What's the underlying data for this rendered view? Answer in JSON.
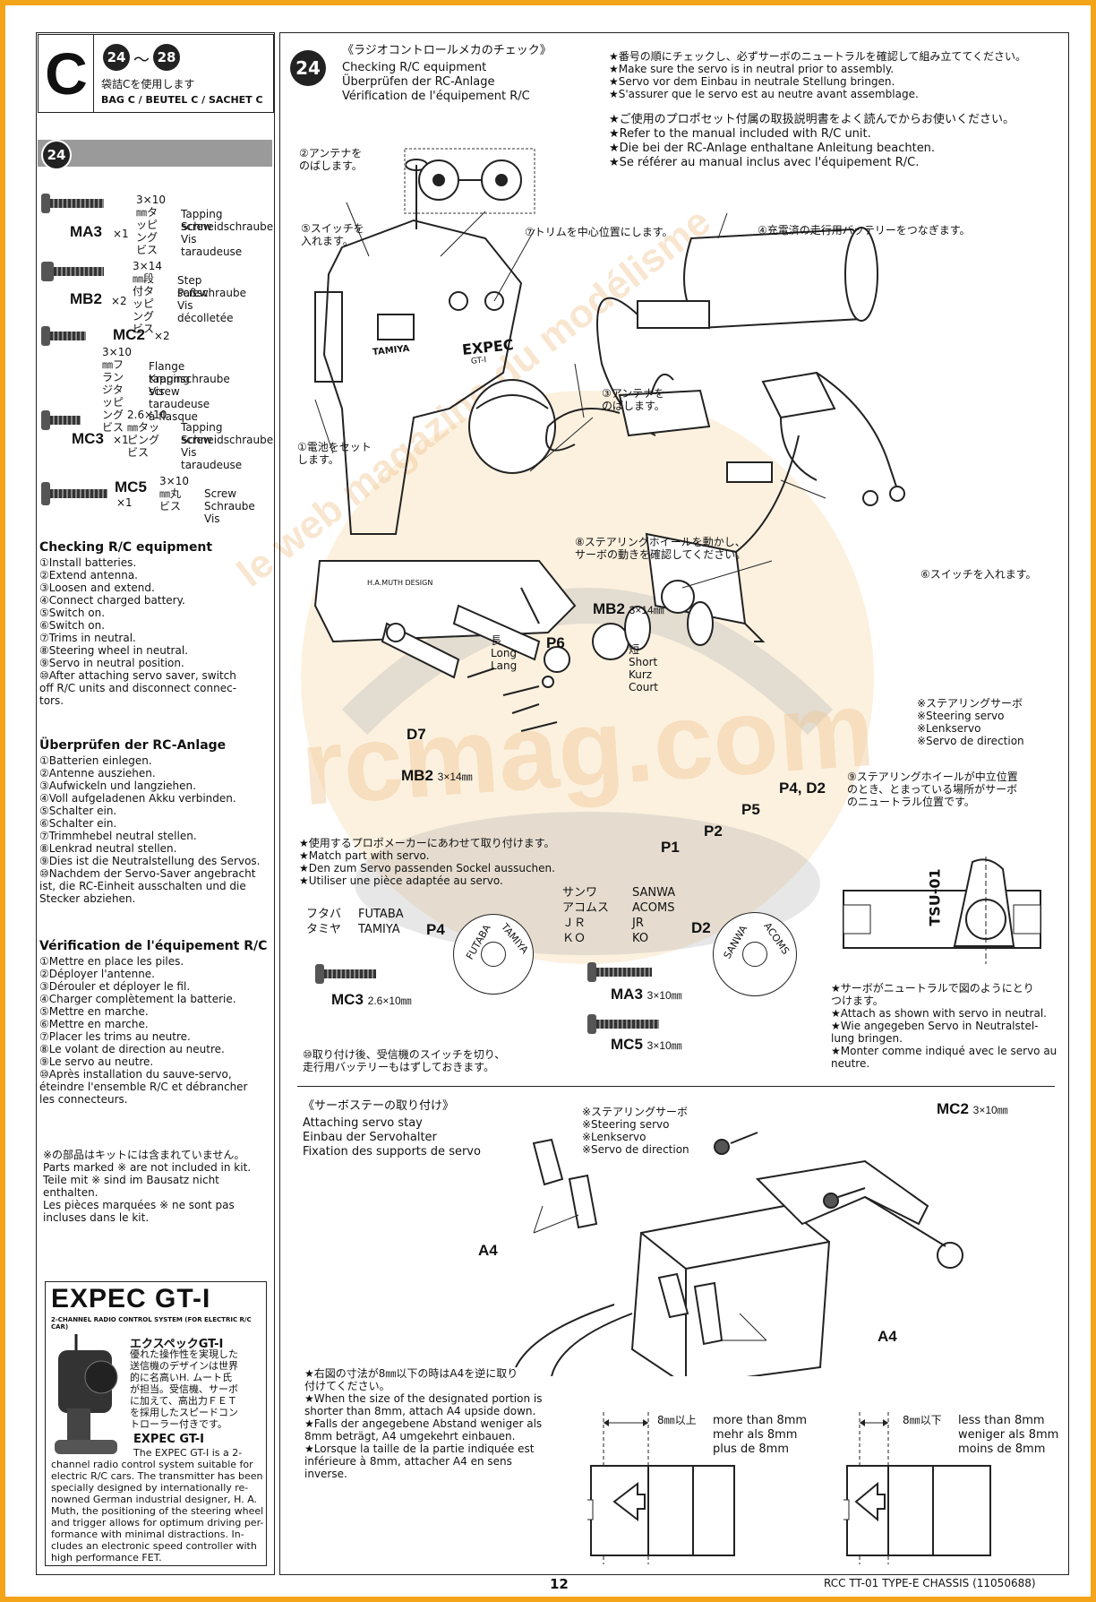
{
  "header": {
    "bag_letter": "C",
    "step_range_start": "24",
    "step_range_sep": "〜",
    "step_range_end": "28",
    "bag_jp": "袋詰Cを使用します",
    "bag_label": "BAG C / BEUTEL C / SACHET C"
  },
  "sidebar": {
    "step": "24",
    "screws": [
      {
        "code": "MA3",
        "qty": "×1",
        "size_jp": "3×10㎜タッピングビス",
        "en": "Tapping screw",
        "de": "Schneidschraube",
        "fr": "Vis taraudeuse"
      },
      {
        "code": "MB2",
        "qty": "×2",
        "size_jp": "3×14㎜段付タッピングビス",
        "en": "Step screw",
        "de": "Paßschraube",
        "fr": "Vis décolletée"
      },
      {
        "code": "MC2",
        "qty": "×2",
        "size_jp": "3×10㎜フランジタッピングビス",
        "en": "Flange tapping screw",
        "de": "Kragnschraube",
        "fr": "Vis taraudeuse à flasque"
      },
      {
        "code": "MC3",
        "qty": "×1",
        "size_jp": "2.6×10㎜タッピングビス",
        "en": "Tapping screw",
        "de": "Schneidschraube",
        "fr": "Vis taraudeuse"
      },
      {
        "code": "MC5",
        "qty": "×1",
        "size_jp": "3×10㎜丸ビス",
        "en": "Screw",
        "de": "Schraube",
        "fr": "Vis"
      }
    ],
    "check_en_title": "Checking R/C equipment",
    "check_en": [
      "①Install batteries.",
      "②Extend antenna.",
      "③Loosen and extend.",
      "④Connect charged battery.",
      "⑤Switch on.",
      "⑥Switch on.",
      "⑦Trims in neutral.",
      "⑧Steering wheel in neutral.",
      "⑨Servo in neutral position.",
      "⑩After attaching servo saver, switch",
      "off R/C units and disconnect connec-",
      "tors."
    ],
    "check_de_title": "Überprüfen der RC-Anlage",
    "check_de": [
      "①Batterien einlegen.",
      "②Antenne ausziehen.",
      "③Aufwickeln und langziehen.",
      "④Voll aufgeladenen Akku verbinden.",
      "⑤Schalter ein.",
      "⑥Schalter ein.",
      "⑦Trimmhebel neutral stellen.",
      "⑧Lenkrad neutral stellen.",
      "⑨Dies ist die Neutralstellung des Servos.",
      "⑩Nachdem der Servo-Saver angebracht",
      "ist, die RC-Einheit ausschalten und die",
      "Stecker abziehen."
    ],
    "check_fr_title": "Vérification de l'équipement R/C",
    "check_fr": [
      "①Mettre en place les piles.",
      "②Déployer l'antenne.",
      "③Dérouler et déployer le fil.",
      "④Charger complètement la batterie.",
      "⑤Mettre en marche.",
      "⑥Mettre en marche.",
      "⑦Placer les trims au neutre.",
      "⑧Le volant de direction au neutre.",
      "⑨Le servo au neutre.",
      "⑩Après installation du sauve-servo,",
      "éteindre l'ensemble R/C et débrancher",
      "les connecteurs."
    ],
    "notincl": [
      "※の部品はキットには含まれていません。",
      "Parts marked ※ are not included in kit.",
      "Teile mit ※ sind im Bausatz nicht",
      "enthalten.",
      "Les pièces marquées ※ ne sont pas",
      "incluses dans le kit."
    ],
    "expec": {
      "logo": "EXPEC GT-I",
      "tag": "2-CHANNEL RADIO CONTROL SYSTEM (FOR ELECTRIC R/C CAR)",
      "jp_title": "エクスペックGT-I",
      "jp_body": [
        "優れた操作性を実現した",
        "送信機のデザインは世界",
        "的に名高いH. ムート氏",
        "が担当。受信機、サーボ",
        "に加えて、高出力ＦＥＴ",
        "を採用したスピードコン",
        "トローラー付きです。"
      ],
      "en_title": "EXPEC GT-I",
      "en_body": [
        "The EXPEC GT-I is a 2-",
        "channel radio control system suitable for",
        "electric R/C cars. The transmitter has been",
        "specially designed by internationally re-",
        "nowned German industrial designer, H. A.",
        "Muth, the positioning of the steering wheel",
        "and trigger allows for optimum driving per-",
        "formance with minimal distractions. In-",
        "cludes an electronic speed controller with",
        "high performance FET."
      ]
    }
  },
  "main": {
    "step": "24",
    "title_jp": "《ラジオコントロールメカのチェック》",
    "title_en": "Checking R/C equipment",
    "title_de": "Überprüfen der RC-Anlage",
    "title_fr": "Vérification de l'équipement R/C",
    "notes1": [
      "★番号の順にチェックし、必ずサーボのニュートラルを確認して組み立ててください。",
      "★Make sure the servo is in neutral prior to assembly.",
      "★Servo vor dem Einbau in neutrale Stellung bringen.",
      "★S'assurer que le servo est au neutre avant assemblage."
    ],
    "notes2": [
      "★ご使用のプロポセット付属の取扱説明書をよく読んでからお使いください。",
      "★Refer to the manual included with R/C unit.",
      "★Die bei der RC-Anlage enthaltane Anleitung beachten.",
      "★Se référer au manual inclus avec l'équipement R/C."
    ],
    "callouts": {
      "c2": [
        "②アンテナを",
        "のばします。"
      ],
      "c5": [
        "⑤スイッチを",
        "入れます。"
      ],
      "c7": "⑦トリムを中心位置にします。",
      "c4": "④充電済の走行用バッテリーをつなぎます。",
      "c3": [
        "③アンテナを",
        "のばします。"
      ],
      "c1": [
        "①電池をセット",
        "します。"
      ],
      "c8": [
        "⑧ステアリングホイールを動かし、",
        "サーボの動きを確認してください。"
      ],
      "c6": "⑥スイッチを入れます。",
      "c9": [
        "⑨ステアリングホイールが中立位置",
        "のとき、とまっている場所がサーボ",
        "のニュートラル位置です。"
      ],
      "c10": [
        "⑩取り付け後、受信機のスイッチを切り、",
        "走行用バッテリーもはずしておきます。"
      ]
    },
    "tx_brand": "TAMIYA",
    "tx_model": "EXPEC",
    "tx_sub": "GT-I",
    "tx_credit": "H.A.MUTH DESIGN",
    "parts": {
      "mb2_top": "MB2",
      "mb2_top_size": "3×14㎜",
      "long": [
        "長",
        "Long",
        "Lang"
      ],
      "p6": "P6",
      "short": [
        "短",
        "Short",
        "Kurz",
        "Court"
      ],
      "d7": "D7",
      "mb2_bot": "MB2",
      "mb2_bot_size": "3×14㎜",
      "p4d2": "P4, D2",
      "p5": "P5",
      "p2": "P2",
      "p1": "P1"
    },
    "steering_servo": [
      "※ステアリングサーボ",
      "※Steering servo",
      "※Lenkservo",
      "※Servo de direction"
    ],
    "match_notes": [
      "★使用するプロポメーカーにあわせて取り付けます。",
      "★Match part with servo.",
      "★Den zum Servo passenden Sockel aussuchen.",
      "★Utiliser une pièce adaptée au servo."
    ],
    "brands_left_jp": [
      "フタバ",
      "タミヤ"
    ],
    "brands_left_en": [
      "FUTABA",
      "TAMIYA"
    ],
    "p4": "P4",
    "disc_p4": [
      "FUTABA",
      "TAMIYA"
    ],
    "brands_right_jp": [
      "サンワ",
      "アコムス",
      "ＪＲ",
      "ＫＯ"
    ],
    "brands_right_en": [
      "SANWA",
      "ACOMS",
      "JR",
      "KO"
    ],
    "d2": "D2",
    "disc_d2": [
      "SANWA",
      "ACOMS"
    ],
    "mc3": "MC3",
    "mc3_size": "2.6×10㎜",
    "ma3": "MA3",
    "ma3_size": "3×10㎜",
    "mc5": "MC5",
    "mc5_size": "3×10㎜",
    "tsu": "TSU-01",
    "neutral_notes": [
      "★サーボがニュートラルで図のようにとり",
      "つけます。",
      "★Attach as shown with servo in neutral.",
      "★Wie angegeben Servo in Neutralstel-",
      "lung bringen.",
      "★Monter comme indiqué avec le servo au",
      "neutre."
    ],
    "servo_stay": {
      "title_jp": "《サーボステーの取り付け》",
      "title_en": "Attaching servo stay",
      "title_de": "Einbau der Servohalter",
      "title_fr": "Fixation des supports de servo",
      "servo": [
        "※ステアリングサーボ",
        "※Steering servo",
        "※Lenkservo",
        "※Servo de direction"
      ],
      "mc2": "MC2",
      "mc2_size": "3×10㎜",
      "a4_left": "A4",
      "a4_right": "A4",
      "notes": [
        "★右図の寸法が8㎜以下の時はA4を逆に取り",
        "付けてください。",
        "★When the size of the designated portion is",
        "shorter than 8mm, attach A4 upside down.",
        "★Falls der angegebene Abstand weniger als",
        "8mm beträgt, A4 umgekehrt einbauen.",
        "★Lorsque la taille de la partie indiquée est",
        "inférieure à 8mm, attacher A4 en sens",
        "inverse."
      ],
      "more_jp": "8㎜以上",
      "more_en": "more than 8mm",
      "more_de": "mehr als 8mm",
      "more_fr": "plus de 8mm",
      "less_jp": "8㎜以下",
      "less_en": "less than 8mm",
      "less_de": "weniger als 8mm",
      "less_fr": "moins de 8mm"
    }
  },
  "watermark": {
    "line1": "le web magazine du modélisme",
    "line2": "rcmag.com"
  },
  "footer": {
    "page": "12",
    "title": "RCC TT-01 TYPE-E CHASSIS (11050688)"
  }
}
